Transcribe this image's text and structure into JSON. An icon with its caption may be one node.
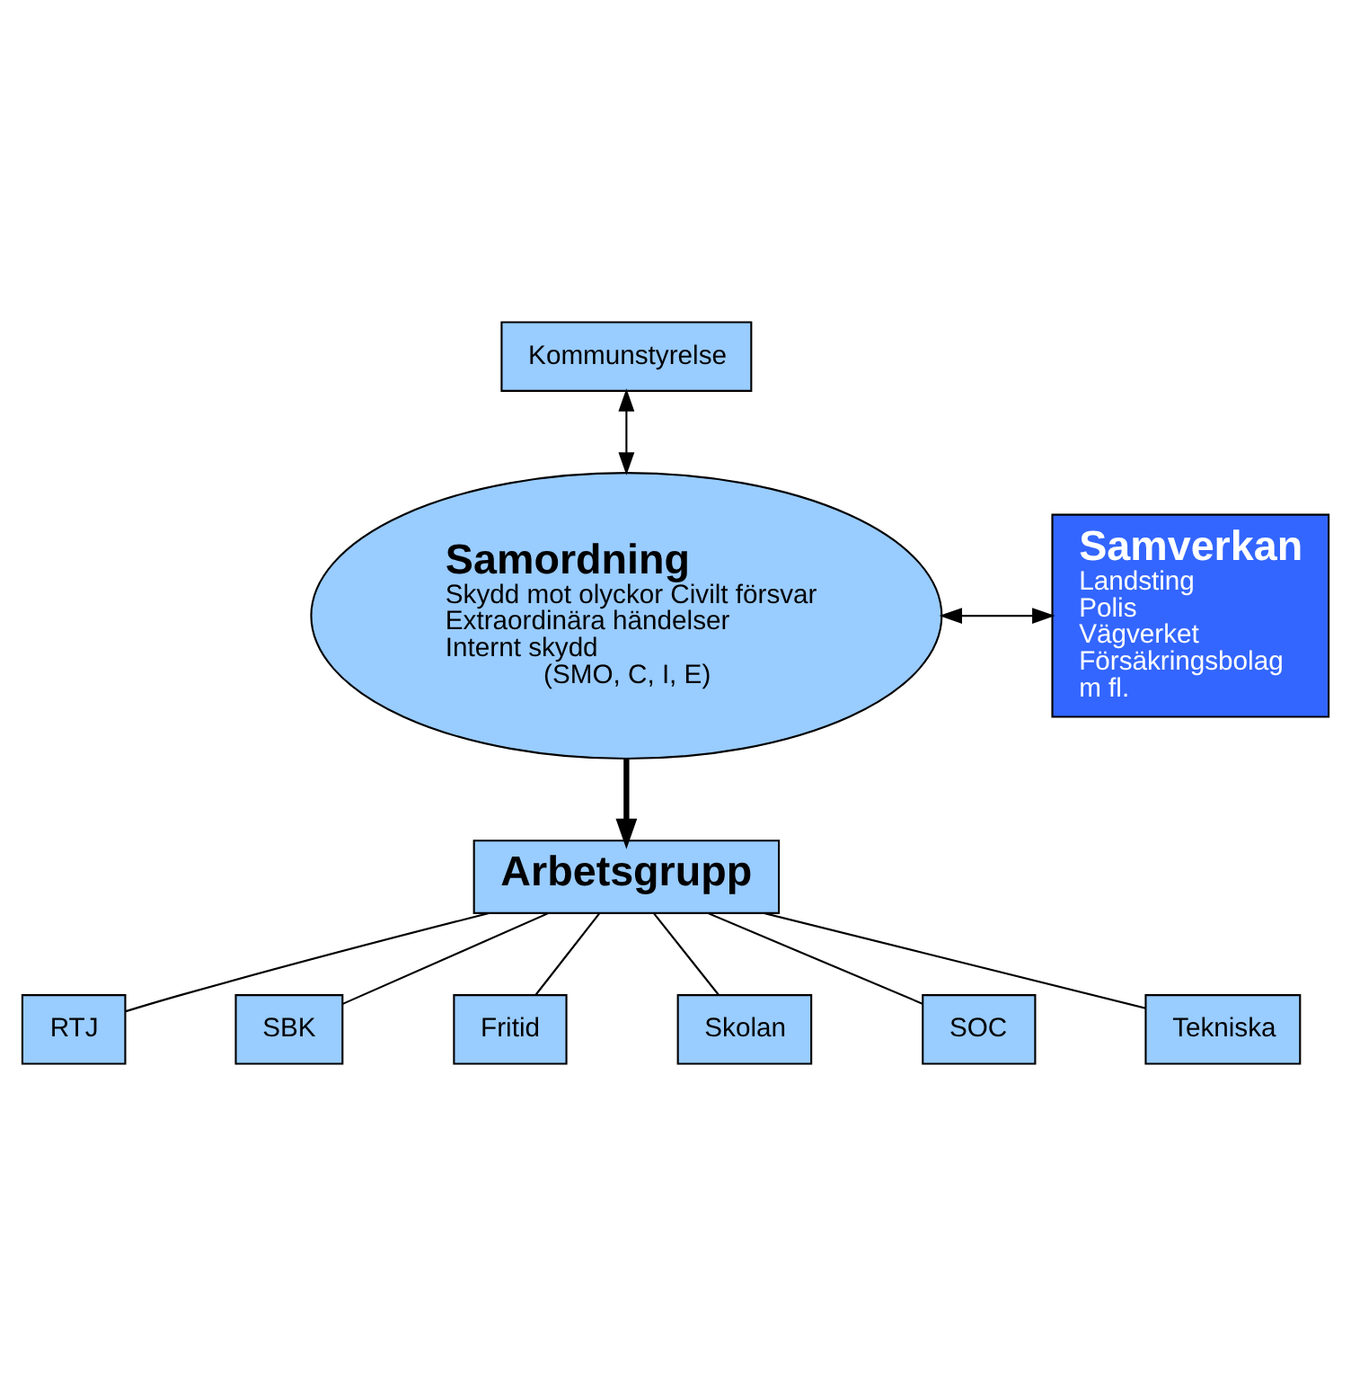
{
  "diagram": {
    "nodes": [
      {
        "text": [
          "Kommunstyrelse"
        ]
      },
      {
        "text": [
          "Samordning",
          "Skydd mot olyckor Civilt försvar",
          "Extraordinära händelser",
          "Internt skydd",
          "(SMO, C, I, E)"
        ]
      },
      {
        "text": [
          "Samverkan",
          "Landsting",
          "Polis",
          "Vägverket",
          "Försäkringsbolag",
          "m fl."
        ]
      },
      {
        "text": [
          "Arbetsgrupp"
        ]
      },
      {
        "text": [
          "RTJ"
        ]
      },
      {
        "text": [
          "SBK"
        ]
      },
      {
        "text": [
          "Fritid"
        ]
      },
      {
        "text": [
          "Skolan"
        ]
      },
      {
        "text": [
          "SOC"
        ]
      },
      {
        "text": [
          "Tekniska"
        ]
      }
    ],
    "edges": [
      {
        "from": 0,
        "to": 1,
        "arrow": "both"
      },
      {
        "from": 1,
        "to": 2,
        "arrow": "both"
      },
      {
        "from": 1,
        "to": 3,
        "arrow": "to",
        "style": "thick"
      },
      {
        "from": 3,
        "to": 4,
        "arrow": "none"
      },
      {
        "from": 3,
        "to": 5,
        "arrow": "none"
      },
      {
        "from": 3,
        "to": 6,
        "arrow": "none"
      },
      {
        "from": 3,
        "to": 7,
        "arrow": "none"
      },
      {
        "from": 3,
        "to": 8,
        "arrow": "none"
      },
      {
        "from": 3,
        "to": 9,
        "arrow": "none"
      }
    ]
  }
}
